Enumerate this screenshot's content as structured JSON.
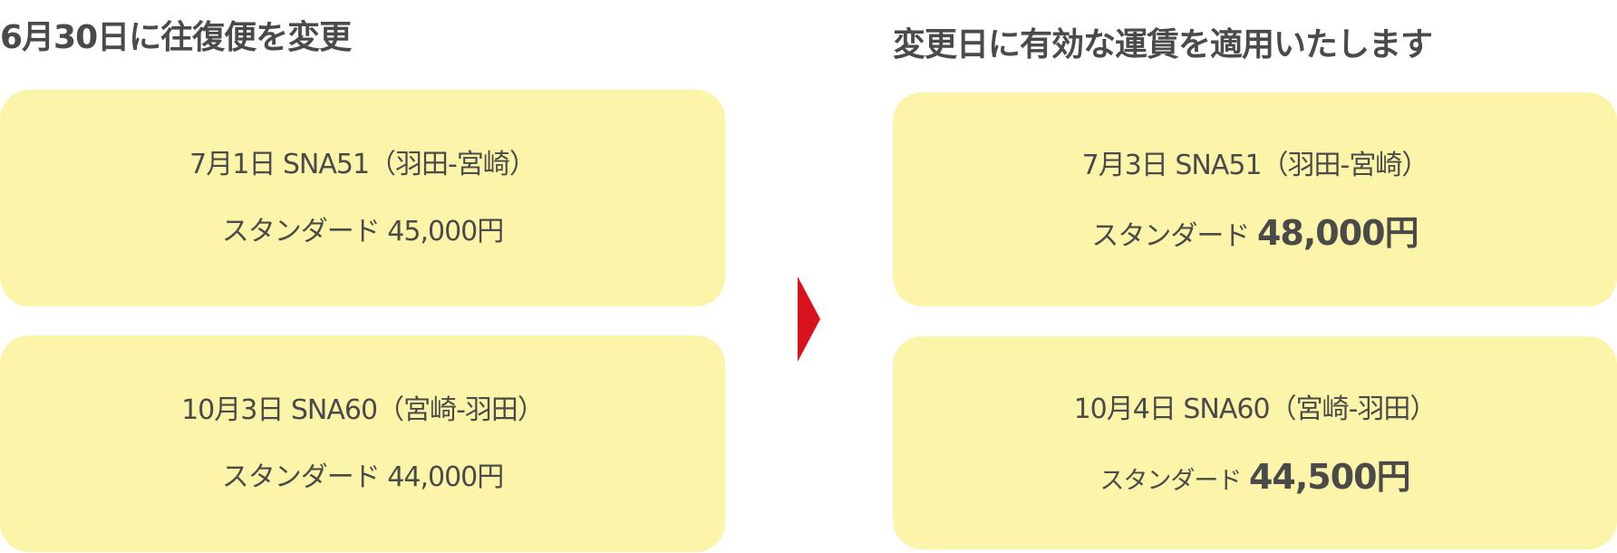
{
  "left": {
    "title": "6月30日に往復便を変更",
    "flights": [
      {
        "flight": "7月1日 SNA51（羽田-宮崎）",
        "fare_label": "スタンダード",
        "price": "45,000円"
      },
      {
        "flight": "10月3日 SNA60（宮崎-羽田）",
        "fare_label": "スタンダード",
        "price": "44,000円"
      }
    ]
  },
  "right": {
    "title": "変更日に有効な運賃を適用いたします",
    "flights": [
      {
        "flight": "7月3日 SNA51（羽田-宮崎）",
        "fare_label": "スタンダード",
        "price": "48,000円"
      },
      {
        "flight": "10月4日 SNA60（宮崎-羽田）",
        "fare_label": "スタンダード",
        "price": "44,500円"
      }
    ]
  },
  "colors": {
    "box": "#fcf5a9",
    "arrow": "#d7121d",
    "text": "#4a4a4a"
  }
}
